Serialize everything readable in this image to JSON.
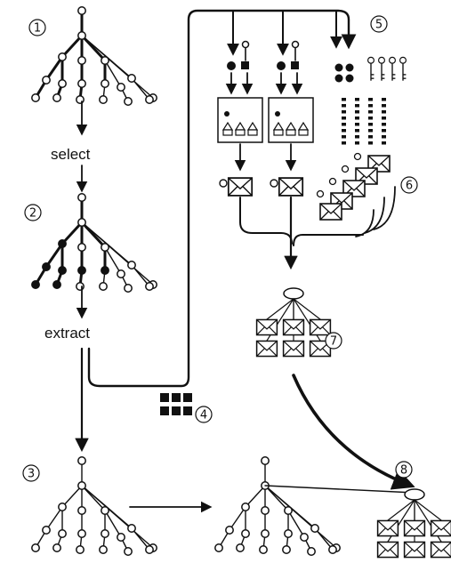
{
  "labels": {
    "select": "select",
    "extract": "extract"
  },
  "markers": [
    "1",
    "2",
    "3",
    "4",
    "5",
    "6",
    "7",
    "8"
  ],
  "colors": {
    "ink": "#111111",
    "paper": "#ffffff"
  }
}
